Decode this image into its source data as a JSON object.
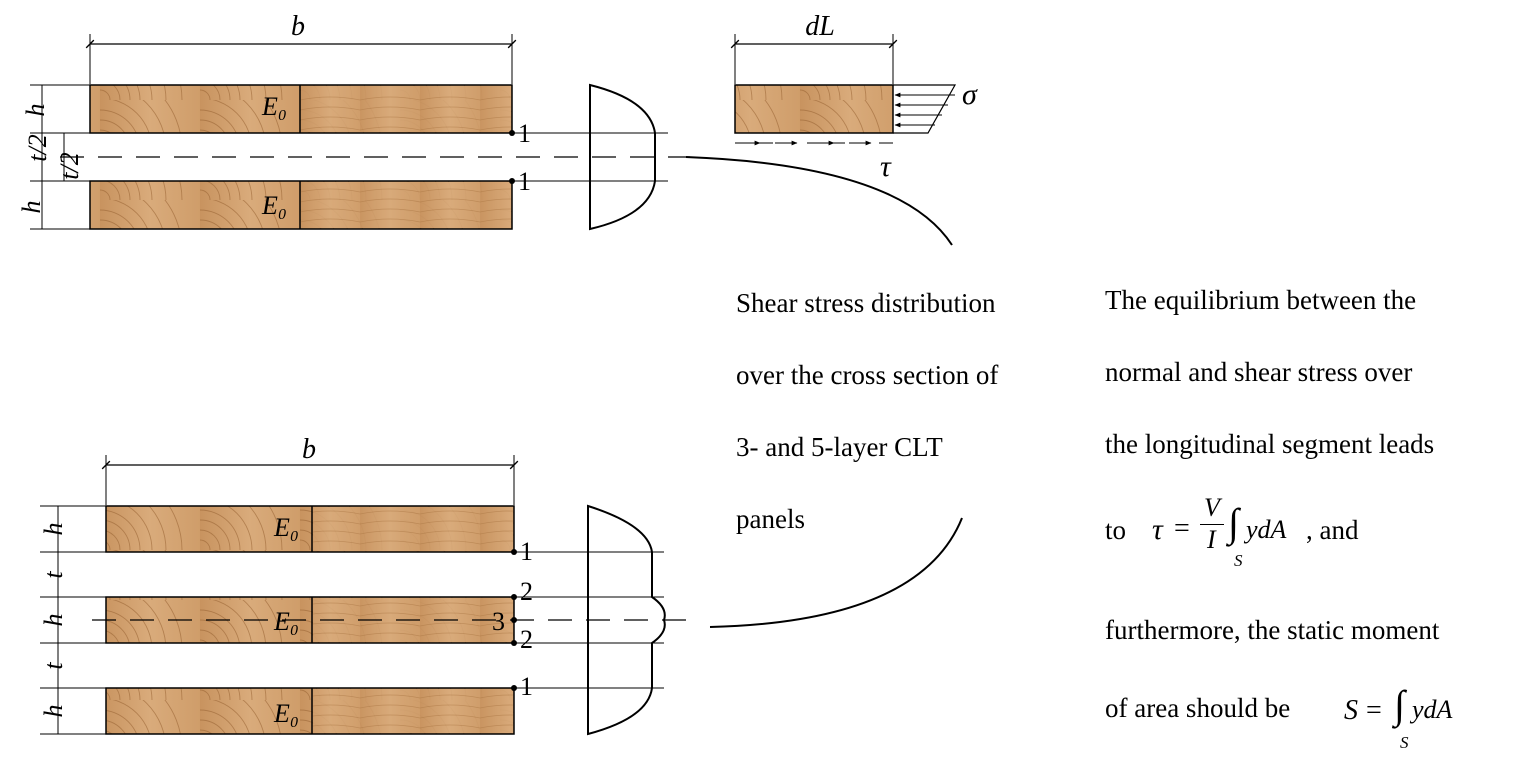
{
  "colors": {
    "wood_base": "#D4A574",
    "wood_grain": "#A0703F",
    "line": "#000000"
  },
  "top_panel": {
    "width_label": "b",
    "layer_labels": [
      "E₀",
      "E₀"
    ],
    "point_labels": [
      "1",
      "1"
    ],
    "dim_labels": [
      "h",
      "t/2",
      "t/2",
      "h"
    ]
  },
  "segment": {
    "length_label": "dL",
    "normal_stress": "σ",
    "shear_stress": "τ"
  },
  "bottom_panel": {
    "width_label": "b",
    "layer_labels": [
      "E₀",
      "E₀",
      "E₀"
    ],
    "point_labels": [
      "1",
      "2",
      "3",
      "2",
      "1"
    ],
    "dim_labels": [
      "h",
      "t",
      "h",
      "t",
      "h"
    ]
  },
  "caption_left": {
    "lines": [
      "Shear stress distribution",
      "over the cross section of",
      "3- and 5-layer CLT",
      "panels"
    ]
  },
  "caption_right": {
    "lines": [
      "The equilibrium between the",
      "normal and shear stress over",
      "the longitudinal segment leads"
    ],
    "line4_prefix": "to",
    "line4_suffix": ", and",
    "line5": "furthermore, the static moment",
    "line6_prefix": "of area should be"
  },
  "formula_tau": {
    "lhs": "τ",
    "eq": "=",
    "num": "V",
    "den": "I",
    "integral": "∫",
    "sub": "S",
    "body": "ydA"
  },
  "formula_s": {
    "lhs": "S",
    "eq": "=",
    "integral": "∫",
    "sub": "S",
    "body": "ydA"
  }
}
